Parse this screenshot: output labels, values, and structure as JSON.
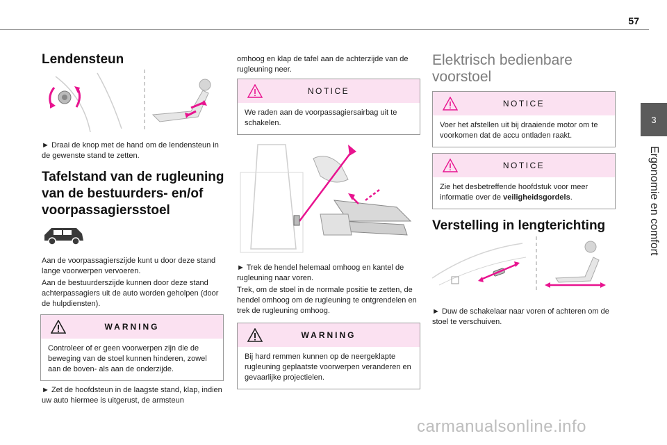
{
  "page": {
    "number": "57"
  },
  "side_tab": {
    "chapter_number": "3",
    "chapter_title": "Ergonomie en comfort"
  },
  "col1": {
    "lumbar_title": "Lendensteun",
    "lumbar_text": "► Draai de knop met de hand om de lendensteun in de gewenste stand te zetten.",
    "table_title_1": "Tafelstand van de rugleuning",
    "table_title_2": "van de bestuurders- en/of",
    "table_title_3": "voorpassagiersstoel",
    "table_text": [
      "Aan de voorpassagierszijde kunt u door deze stand lange voorwerpen vervoeren.",
      "Aan de bestuurderszijde kunnen door deze stand achterpassagiers uit de auto worden geholpen (door de hulpdiensten)."
    ],
    "warning": {
      "label": "WARNING",
      "text": "Controleer of er geen voorwerpen zijn die de beweging van de stoel kunnen hinderen, zowel aan de boven- als aan de onderzijde."
    },
    "headrest_text": "► Zet de hoofdsteun in de laagste stand, klap, indien uw auto hiermee is uitgerust, de armsteun"
  },
  "col2": {
    "continue_text": "omhoog en klap de tafel aan de achterzijde van de rugleuning neer.",
    "notice": {
      "label": "NOTICE",
      "text": "We raden aan de voorpassagiersairbag uit te schakelen."
    },
    "lever_text": [
      "► Trek de hendel helemaal omhoog en kantel de rugleuning naar voren.",
      "Trek, om de stoel in de normale positie te zetten, de hendel omhoog om de rugleuning te ontgrendelen en trek de rugleuning omhoog."
    ],
    "warning": {
      "label": "WARNING",
      "text": "Bij hard remmen kunnen op de neergeklapte rugleuning geplaatste voorwerpen veranderen en gevaarlijke projectielen."
    }
  },
  "col3": {
    "electric_title_1": "Elektrisch bedienbare",
    "electric_title_2": "voorstoel",
    "notice1": {
      "label": "NOTICE",
      "text": "Voer het afstellen uit bij draaiende motor om te voorkomen dat de accu ontladen raakt."
    },
    "notice2": {
      "label": "NOTICE",
      "text_before": "Zie het desbetreffende hoofdstuk voor meer informatie over de ",
      "text_bold": "veiligheidsgordels",
      "text_after": "."
    },
    "length_title": "Verstelling in lengterichting",
    "length_text": "► Duw de schakelaar naar voren of achteren om de stoel te verschuiven."
  },
  "watermark": "carmanualsonline.info",
  "colors": {
    "accent_magenta": "#e8138f",
    "box_header_pink": "#fbe1f1",
    "tab_gray": "#5b5b5b"
  }
}
